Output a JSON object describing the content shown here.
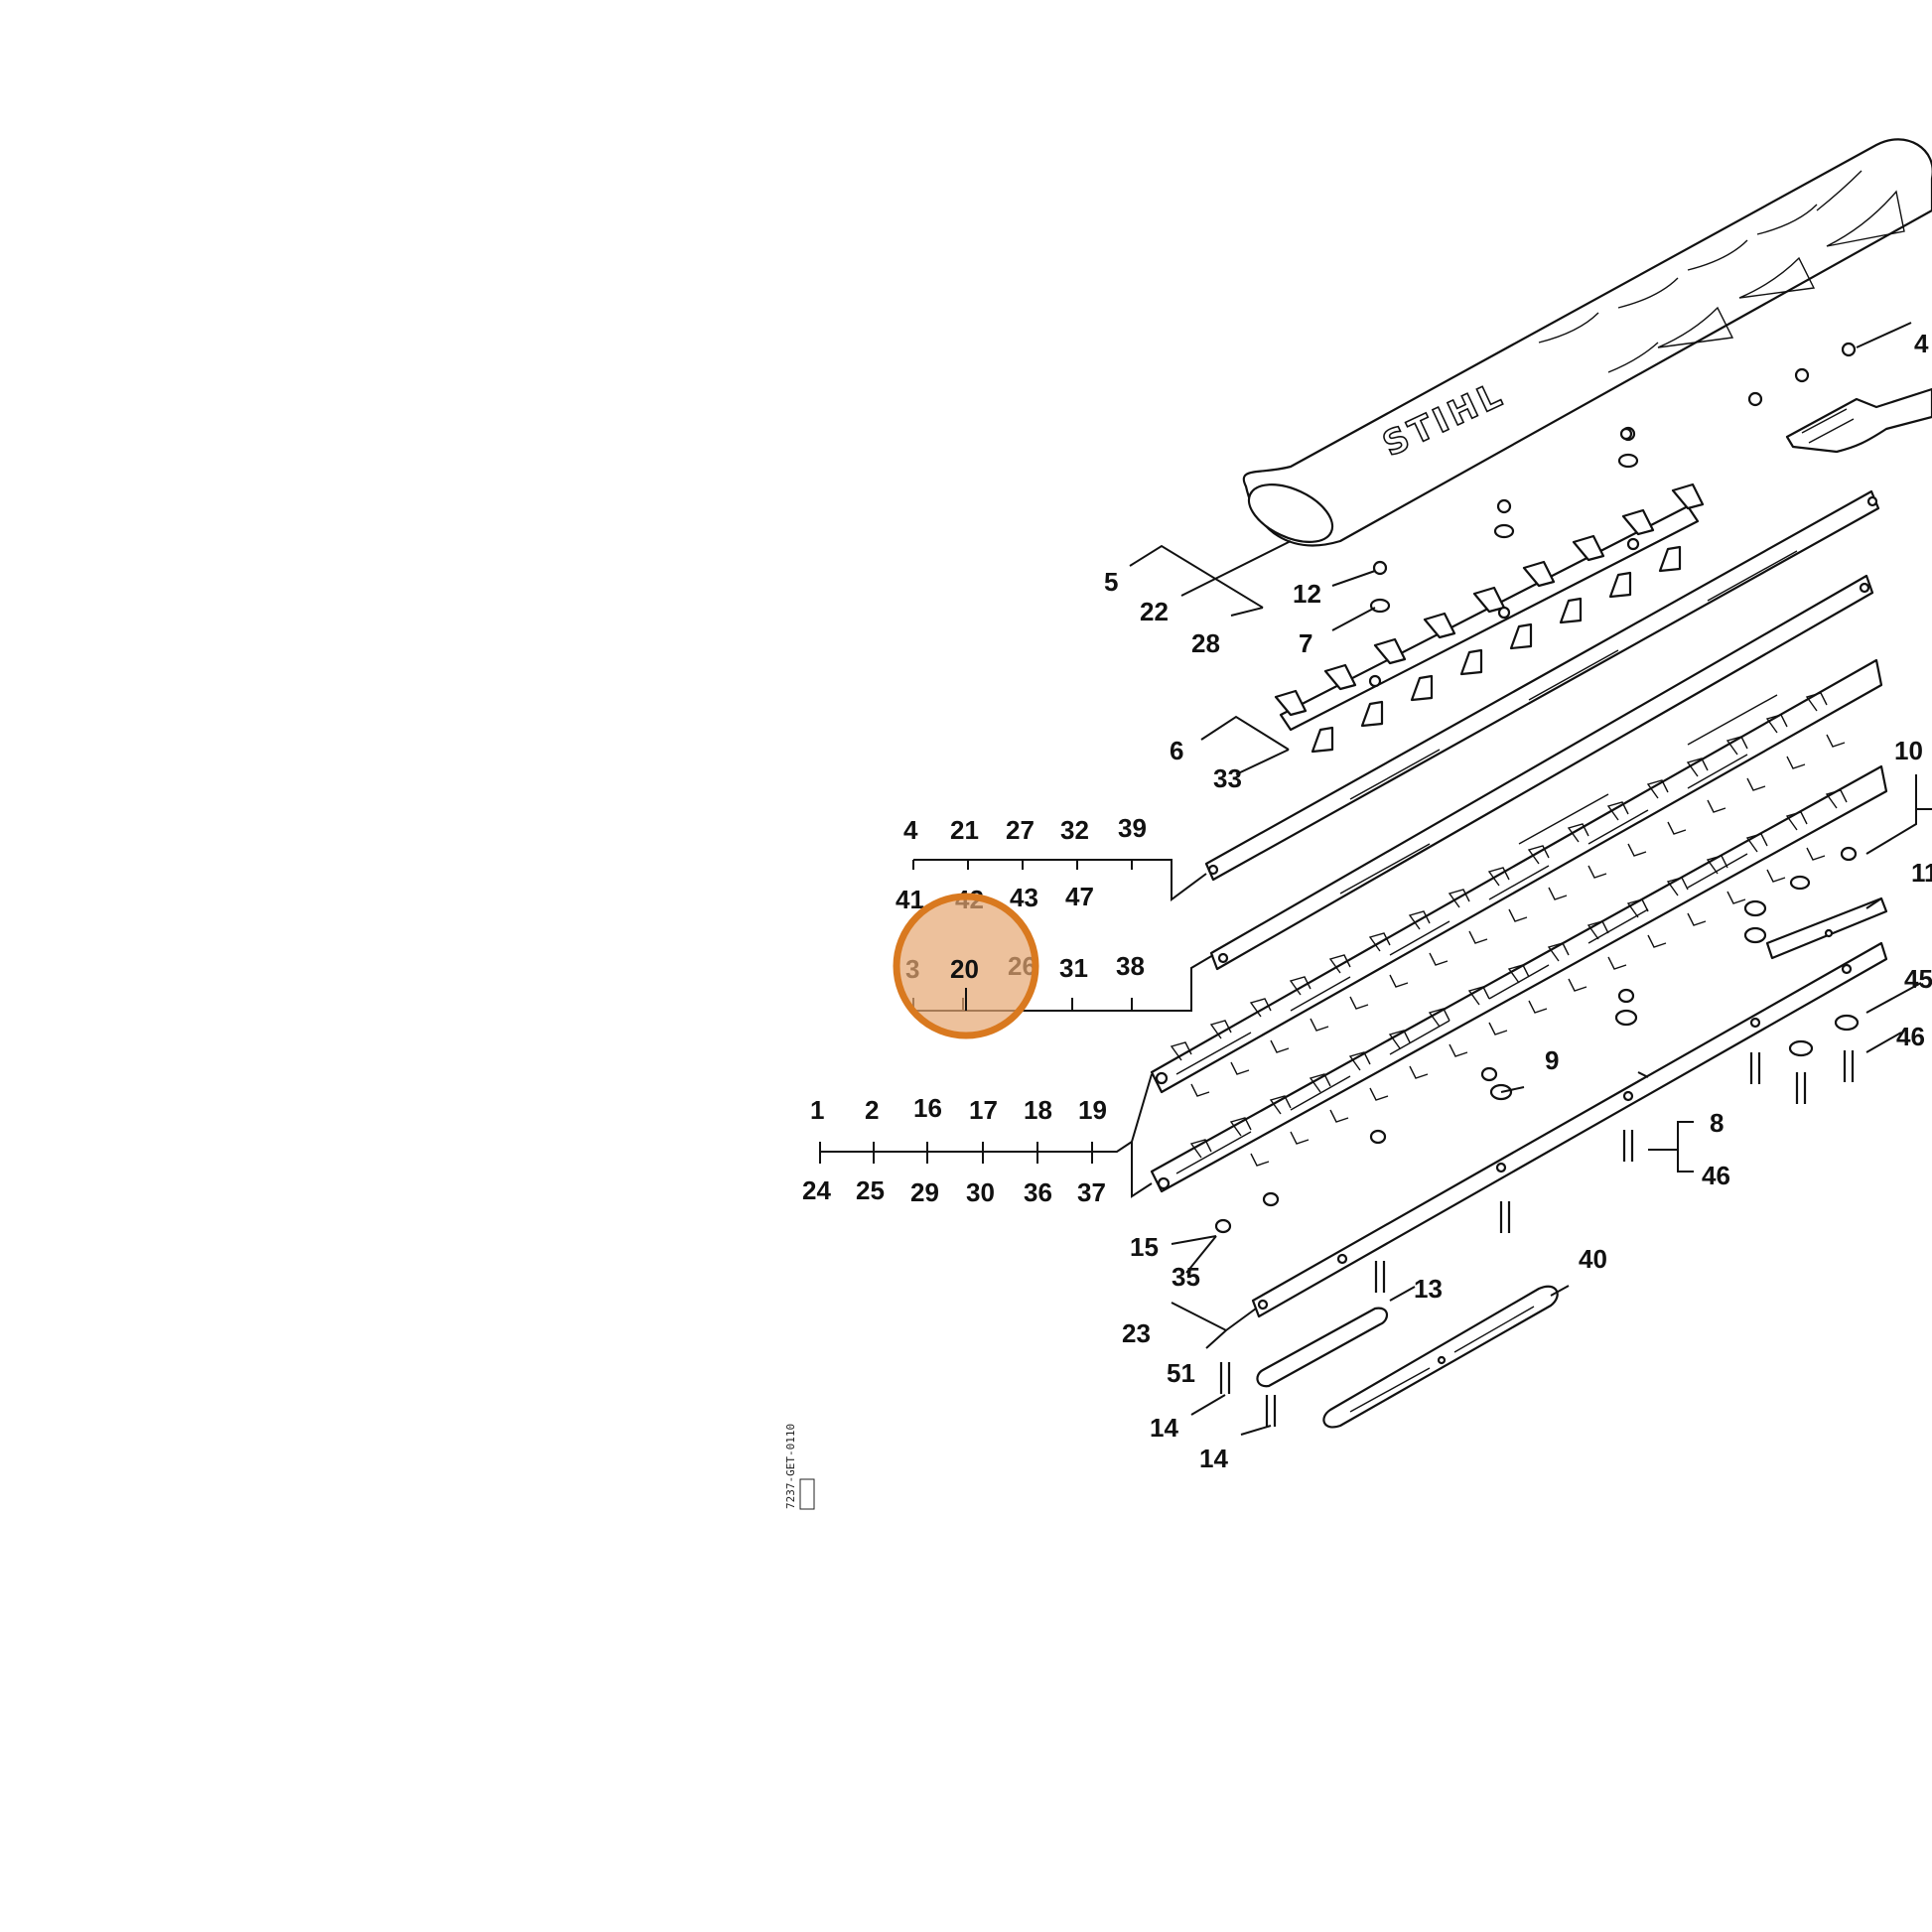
{
  "brand_logo": "STIHL",
  "drawing_code": "7237-GET-0110",
  "callouts": {
    "c5": "5",
    "c22": "22",
    "c28": "28",
    "c12": "12",
    "c7": "7",
    "c6": "6",
    "c33": "33",
    "c10": "10",
    "c11": "11",
    "c44": "4",
    "c4": "4",
    "c21": "21",
    "c27": "27",
    "c32": "32",
    "c39": "39",
    "c41": "41",
    "c42": "42",
    "c43": "43",
    "c47": "47",
    "c3": "3",
    "c20": "20",
    "c26": "26",
    "c31": "31",
    "c38": "38",
    "c1": "1",
    "c2": "2",
    "c16": "16",
    "c17": "17",
    "c18": "18",
    "c19": "19",
    "c24": "24",
    "c25": "25",
    "c29": "29",
    "c30": "30",
    "c36": "36",
    "c37": "37",
    "c9": "9",
    "c8": "8",
    "c46a": "46",
    "c45": "45",
    "c46b": "46",
    "c15": "15",
    "c35": "35",
    "c40": "40",
    "c13": "13",
    "c23": "23",
    "c51": "51",
    "c14a": "14",
    "c14b": "14"
  },
  "highlight": {
    "label": "20",
    "color": "#d9791f"
  }
}
